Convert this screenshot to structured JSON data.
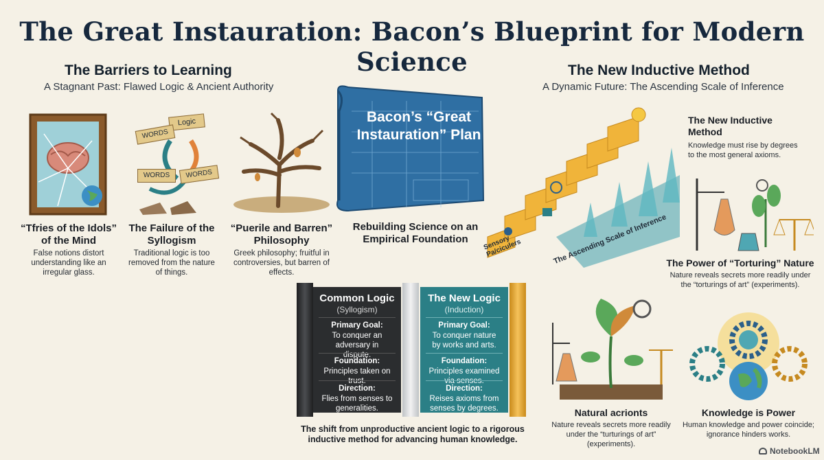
{
  "title": "The Great Instauration: Bacon’s Blueprint for Modern Science",
  "left_section": {
    "title": "The Barriers to Learning",
    "subtitle": "A Stagnant Past: Flawed Logic & Ancient Authority",
    "items": [
      {
        "title": "“Tfries of the Idols” of the Mind",
        "desc": "False notions distort understanding like an irregular glass."
      },
      {
        "title": "The Failure of the Syllogism",
        "desc": "Traditional logic is too removed from the nature of things."
      },
      {
        "title": "“Puerile and Barren” Philosophy",
        "desc": "Greek philosophy; fruitful in controversies, but barren of effects."
      }
    ],
    "words": [
      "Logic",
      "WORDS",
      "WORDS",
      "WORDS"
    ]
  },
  "center": {
    "plan_label": "Bacon’s “Great Instauration” Plan",
    "caption": "Rebuilding Science on an Empirical Foundation"
  },
  "right_section": {
    "title": "The New Inductive Method",
    "subtitle": "A Dynamic Future: The Ascending Scale of Inference",
    "stairs_label": "The Ascending Scale of Inference",
    "bottom_step": "Sensory Pa/ciculers",
    "method": {
      "title": "The New Inductive Method",
      "desc": "Knowledge must rise by degrees to the most general axioms."
    },
    "torture": {
      "title": "The Power of “Torturing” Nature",
      "desc": "Nature reveals secrets more readily under the “torturings of art” (experiments)."
    },
    "natural": {
      "title": "Natural acrionts",
      "desc": "Nature reveals secrets more readily under the “turturings of art” (experiments)."
    },
    "power": {
      "title": "Knowledge is Power",
      "desc": "Human knowledge and power coincide; ignorance hinders works."
    }
  },
  "comparison": {
    "left": {
      "head": "Common Logic",
      "sub": "(Syllogism)",
      "rows": [
        {
          "label": "Primary Goal:",
          "value": "To conquer an adversary in dispute."
        },
        {
          "label": "Foundation:",
          "value": "Principles taken on trust."
        },
        {
          "label": "Direction:",
          "value": "Flies from senses to generalities."
        }
      ]
    },
    "right": {
      "head": "The New Logic",
      "sub": "(Induction)",
      "rows": [
        {
          "label": "Primary Goal:",
          "value": "To conquer nature by works and arts."
        },
        {
          "label": "Foundation:",
          "value": "Principles examined via senses."
        },
        {
          "label": "Direction:",
          "value": "Reises axioms from senses by degrees."
        }
      ]
    },
    "caption": "The shift from unproductive ancient logic to a rigorous inductive method for advancing human knowledge."
  },
  "footer": "NotebookLM",
  "colors": {
    "navy": "#16283d",
    "blue": "#2f6fa3",
    "teal": "#2b7f86",
    "gold": "#e8a93a",
    "dark": "#2b2d2f",
    "background": "#f5f1e6"
  }
}
